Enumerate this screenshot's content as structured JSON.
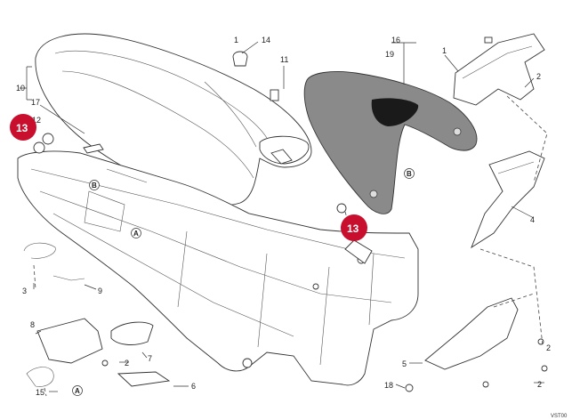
{
  "callouts": {
    "c1a": "1",
    "c1b": "1",
    "c2a": "2",
    "c2b": "2",
    "c2c": "2",
    "c2d": "2",
    "c3": "3",
    "c4": "4",
    "c5": "5",
    "c6": "6",
    "c7": "7",
    "c8": "8",
    "c9": "9",
    "c10": "10",
    "c11": "11",
    "c12": "12",
    "c14": "14",
    "c15": "15",
    "c16": "16",
    "c17": "17",
    "c18": "18",
    "c19": "19"
  },
  "circled": {
    "b1": "B",
    "b2": "B",
    "a1": "A",
    "a2": "A"
  },
  "highlight": {
    "label1": "13",
    "label2": "13",
    "color": "#c8102e"
  },
  "figure_code": "VST00"
}
